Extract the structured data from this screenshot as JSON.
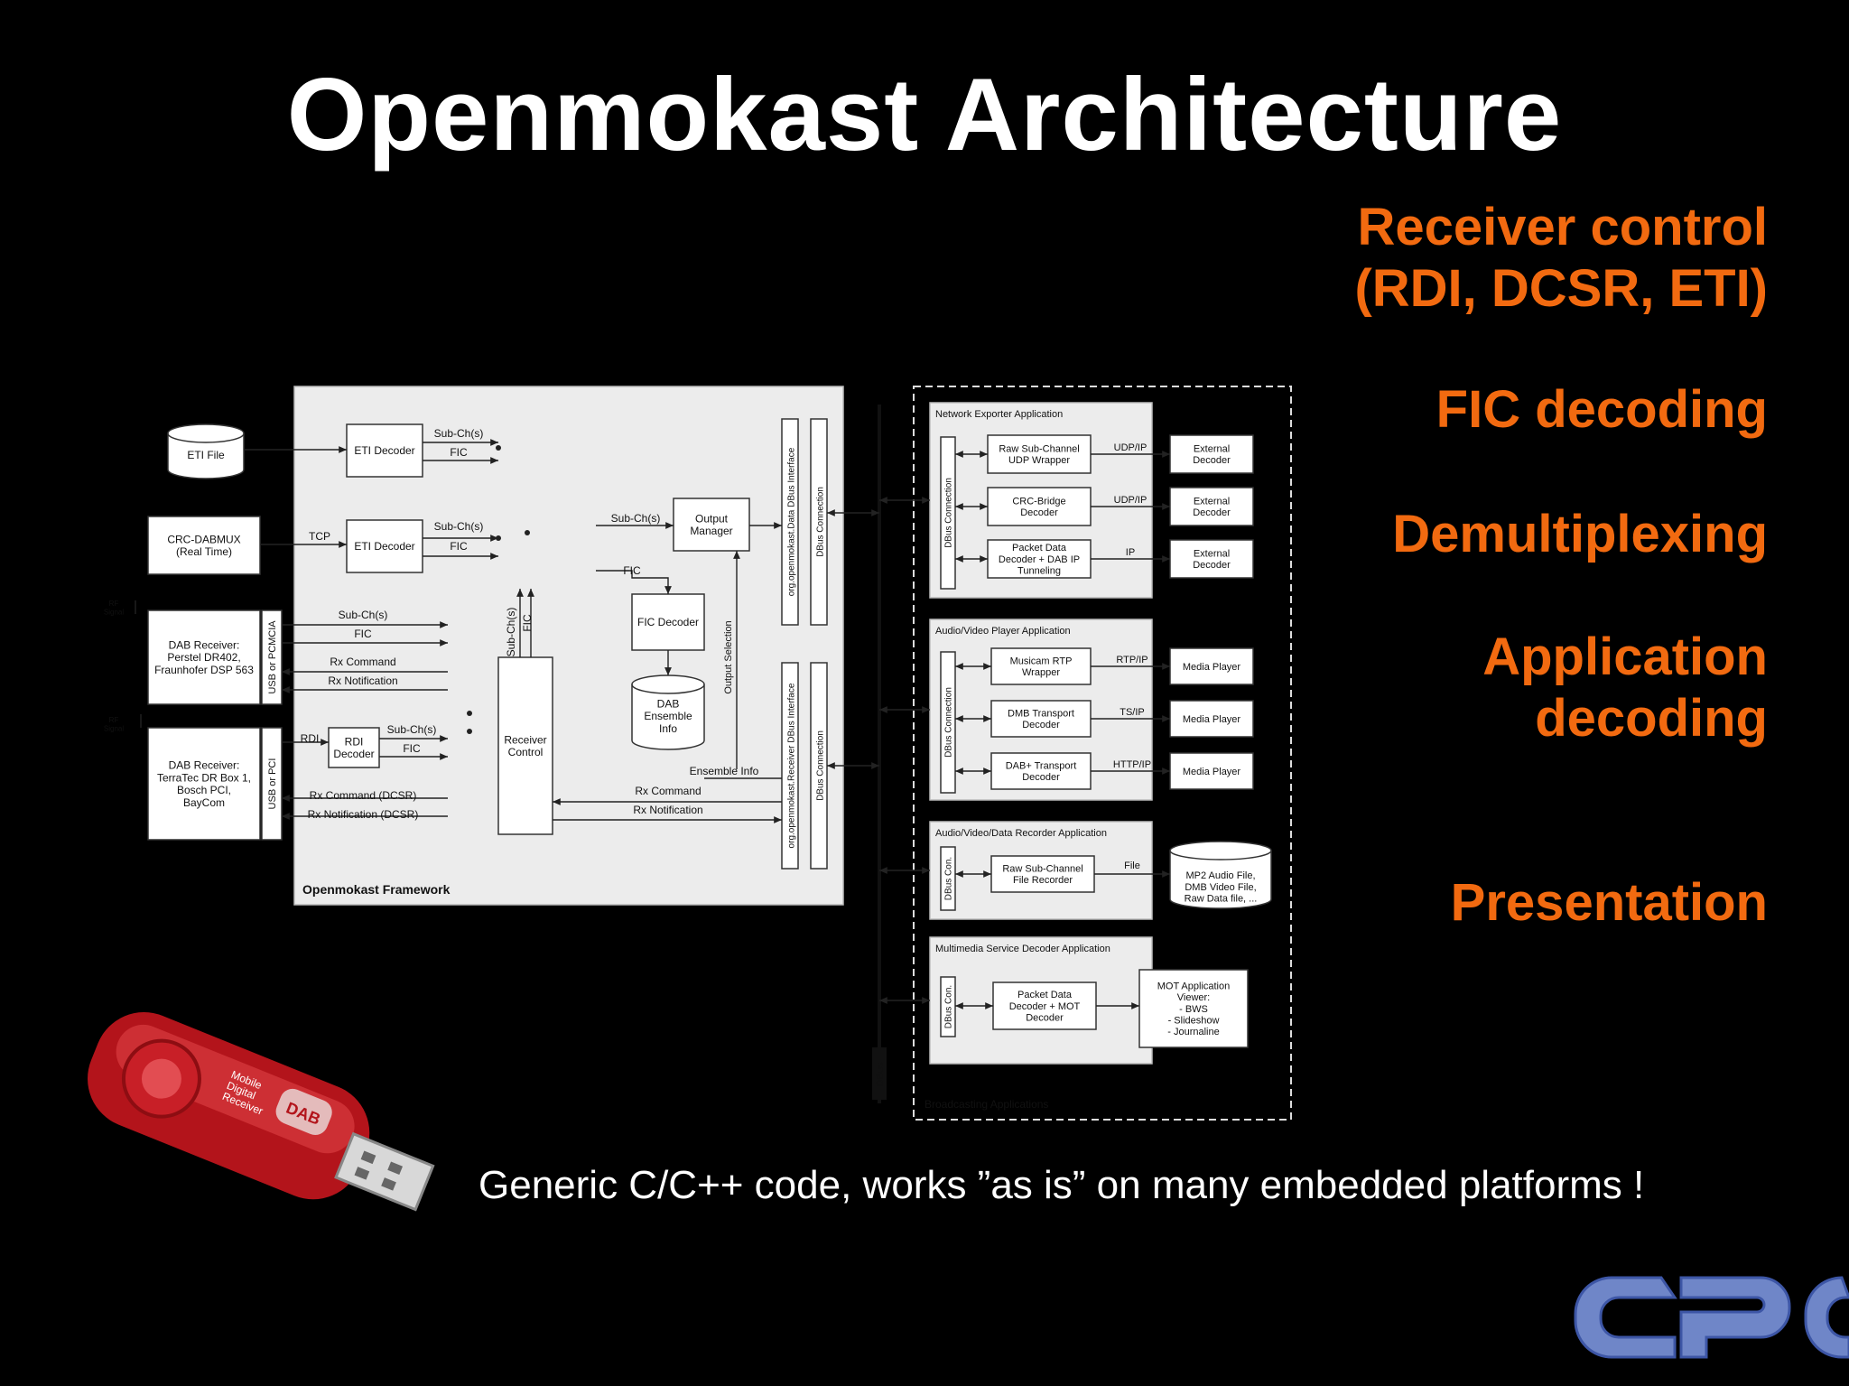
{
  "slide": {
    "title": "Openmokast Architecture",
    "footnote": "Generic C/C++ code, works ”as is” on many embedded platforms !"
  },
  "features": {
    "receiver_control": "Receiver control\n(RDI, DCSR, ETI)",
    "fic_decoding": "FIC decoding",
    "demultiplexing": "Demultiplexing",
    "application_decoding": "Application\ndecoding",
    "presentation": "Presentation"
  },
  "diagram": {
    "framework_label": "Openmokast Framework",
    "broadcasting_label": "Broadcasting Applications",
    "dbus_label": "DBus",
    "sources": {
      "eti_file": "ETI File",
      "crc_dabmux": "CRC-DABMUX\n(Real Time)",
      "dab_receiver_1": "DAB Receiver:\nPerstel DR402,\nFraunhofer DSP 563",
      "dab_receiver_2": "DAB Receiver:\nTerraTec DR Box 1,\nBosch PCI,\nBayCom",
      "usb_pcmcia": "USB or PCMCIA",
      "usb_pci": "USB or PCI",
      "rf_signal": "RF\nSignal"
    },
    "blocks": {
      "eti_decoder": "ETI Decoder",
      "rdi_decoder": "RDI\nDecoder",
      "output_manager": "Output\nManager",
      "fic_decoder": "FIC Decoder",
      "dab_ensemble_info": "DAB\nEnsemble\nInfo",
      "receiver_control": "Receiver\nControl",
      "data_dbus_interface": "org.openmokast.Data DBus Interface",
      "receiver_dbus_interface": "org.openmokast.Receiver DBus Interface",
      "dbus_connection": "DBus Connection"
    },
    "signals": {
      "sub_chs": "Sub-Ch(s)",
      "fic": "FIC",
      "tcp": "TCP",
      "rdi": "RDI",
      "rx_command": "Rx Command",
      "rx_notification": "Rx Notification",
      "rx_command_dcsr": "Rx Command (DCSR)",
      "rx_notification_dcsr": "Rx Notification (DCSR)",
      "ensemble_info": "Ensemble Info",
      "output_selection": "Output Selection"
    },
    "apps": {
      "network_exporter": {
        "title": "Network Exporter Application",
        "items": [
          {
            "block": "Raw Sub-Channel\nUDP Wrapper",
            "protocol": "UDP/IP",
            "target": "External\nDecoder"
          },
          {
            "block": "CRC-Bridge\nDecoder",
            "protocol": "UDP/IP",
            "target": "External\nDecoder"
          },
          {
            "block": "Packet Data\nDecoder + DAB IP\nTunneling",
            "protocol": "IP",
            "target": "External\nDecoder"
          }
        ]
      },
      "av_player": {
        "title": "Audio/Video Player Application",
        "items": [
          {
            "block": "Musicam RTP\nWrapper",
            "protocol": "RTP/IP",
            "target": "Media Player"
          },
          {
            "block": "DMB Transport\nDecoder",
            "protocol": "TS/IP",
            "target": "Media Player"
          },
          {
            "block": "DAB+ Transport\nDecoder",
            "protocol": "HTTP/IP",
            "target": "Media Player"
          }
        ]
      },
      "recorder": {
        "title": "Audio/Video/Data Recorder Application",
        "dbus_con": "DBus Con.",
        "block": "Raw Sub-Channel\nFile Recorder",
        "protocol": "File",
        "target": "MP2 Audio File,\nDMB Video File,\nRaw Data file, ..."
      },
      "mm_decoder": {
        "title": "Multimedia Service Decoder Application",
        "dbus_con": "DBus Con.",
        "block": "Packet Data\nDecoder + MOT\nDecoder",
        "target": "MOT Application\nViewer:\n- BWS\n- Slideshow\n- Journaline"
      }
    }
  },
  "usb_stick": {
    "label": "Mobile\nDigital\nReceiver",
    "badge": "DAB"
  },
  "colors": {
    "background": "#000000",
    "title": "#ffffff",
    "accent_orange": "#f26a10",
    "diagram_panel": "#ececec",
    "logo_blue": "#6f86c8"
  }
}
